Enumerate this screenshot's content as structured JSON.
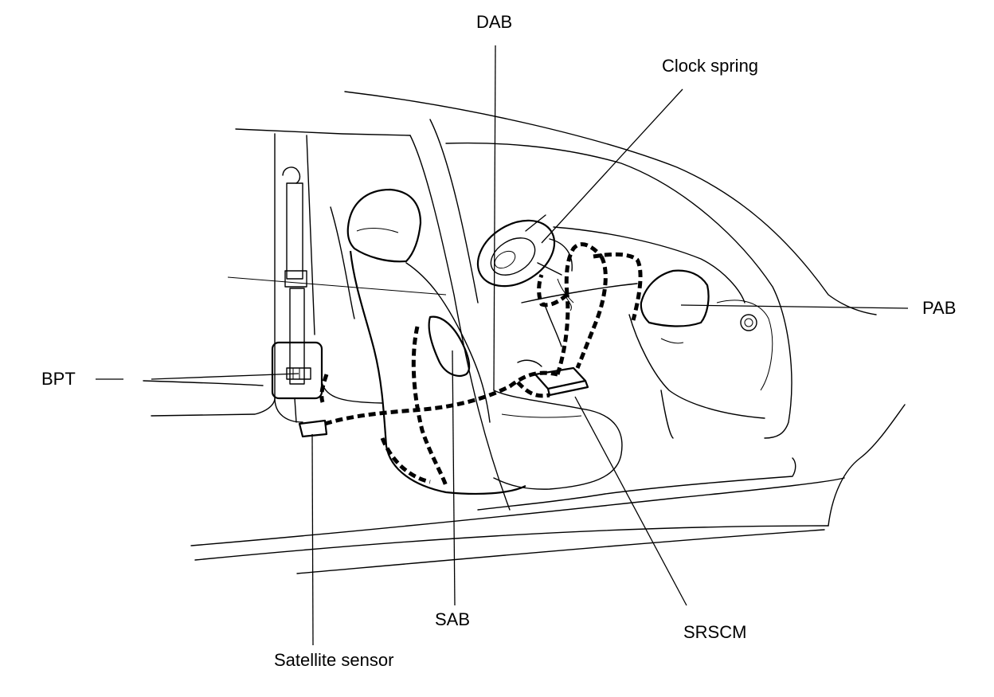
{
  "labels": {
    "dab": "DAB",
    "clock_spring": "Clock spring",
    "pab": "PAB",
    "bpt": "BPT",
    "sab": "SAB",
    "srscm": "SRSCM",
    "satellite_sensor": "Satellite sensor"
  },
  "colors": {
    "ink": "#000000",
    "background": "#ffffff"
  }
}
